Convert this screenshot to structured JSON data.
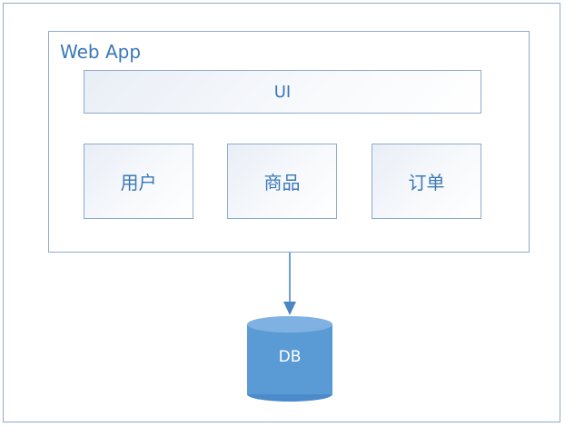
{
  "diagram": {
    "app_label": "Web App",
    "ui_label": "UI",
    "modules": [
      "用户",
      "商品",
      "订单"
    ],
    "db_label": "DB"
  },
  "colors": {
    "border": "#8eaacb",
    "text": "#3a78b8",
    "arrow": "#4a86c6",
    "db_fill": "#5b9bd5"
  }
}
